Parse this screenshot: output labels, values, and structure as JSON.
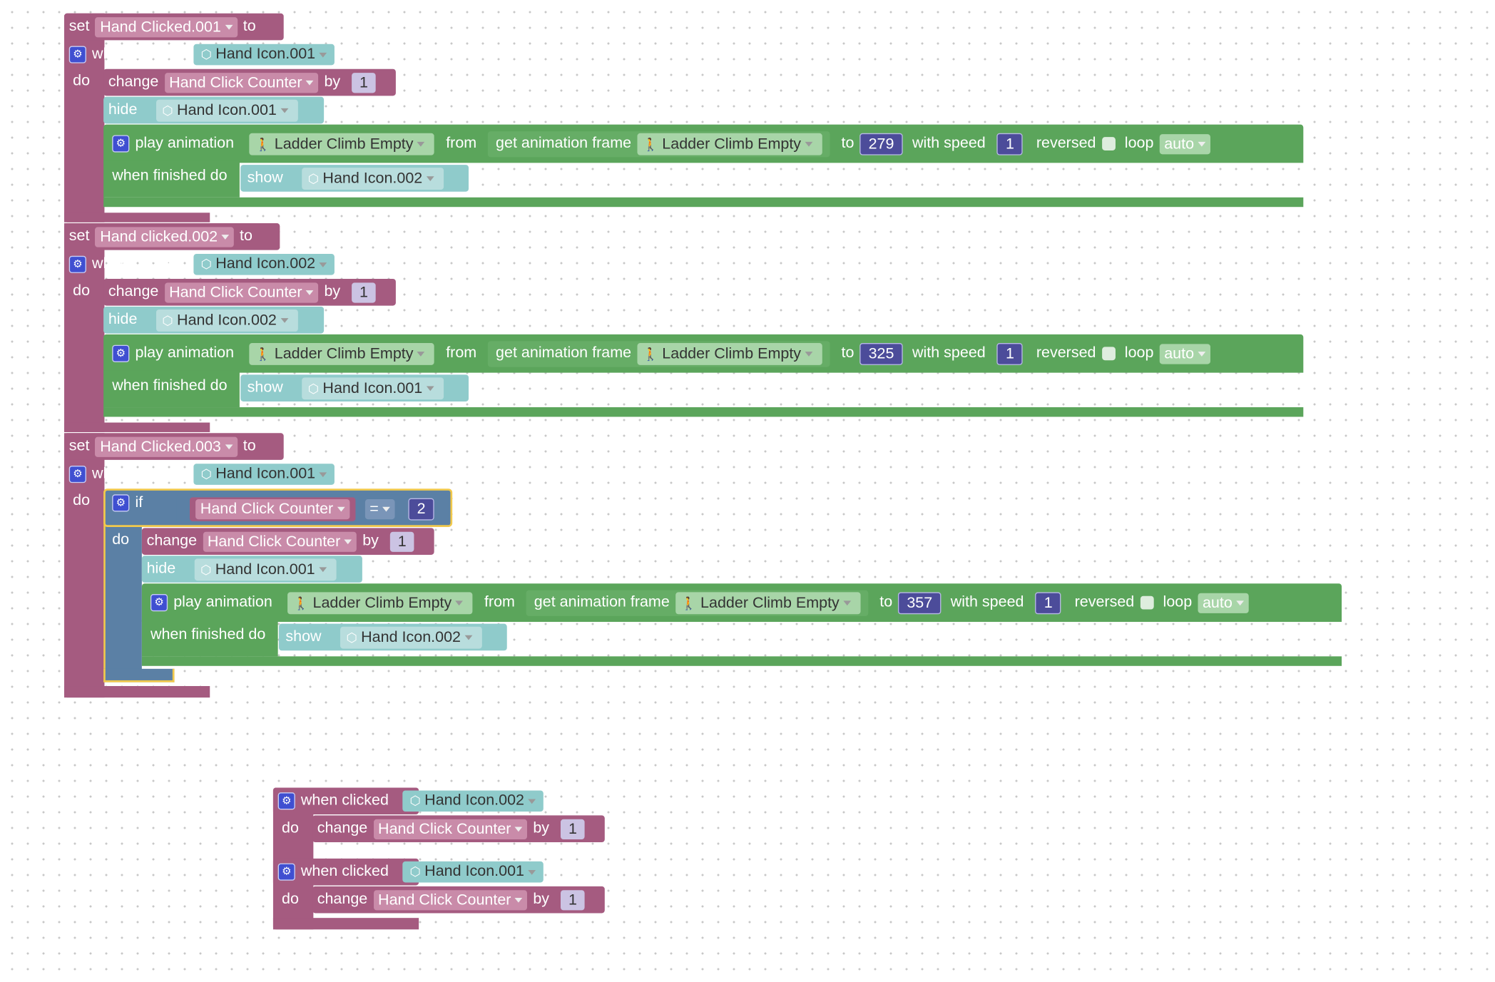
{
  "common": {
    "set": "set",
    "to": "to",
    "when_clicked": "when clicked",
    "do": "do",
    "change": "change",
    "by": "by",
    "hide": "hide",
    "show": "show",
    "play_animation": "play animation",
    "from": "from",
    "get_animation_frame": "get animation frame",
    "with_speed": "with speed",
    "reversed": "reversed",
    "loop": "loop",
    "when_finished_do": "when finished do",
    "if": "if"
  },
  "blocks": [
    {
      "var": "Hand Clicked.001",
      "click_target": "Hand Icon.001",
      "counter": "Hand Click Counter",
      "by": "1",
      "hide": "Hand Icon.001",
      "anim": "Ladder Climb Empty",
      "anim2": "Ladder Climb Empty",
      "to_frame": "279",
      "speed": "1",
      "loop": "auto",
      "show": "Hand Icon.002"
    },
    {
      "var": "Hand clicked.002",
      "click_target": "Hand Icon.002",
      "counter": "Hand Click Counter",
      "by": "1",
      "hide": "Hand Icon.002",
      "anim": "Ladder Climb Empty",
      "anim2": "Ladder Climb Empty",
      "to_frame": "325",
      "speed": "1",
      "loop": "auto",
      "show": "Hand Icon.001"
    },
    {
      "var": "Hand Clicked.003",
      "click_target": "Hand Icon.001",
      "if_var": "Hand Click Counter",
      "if_op": "=",
      "if_val": "2",
      "counter": "Hand Click Counter",
      "by": "1",
      "hide": "Hand Icon.001",
      "anim": "Ladder Climb Empty",
      "anim2": "Ladder Climb Empty",
      "to_frame": "357",
      "speed": "1",
      "loop": "auto",
      "show": "Hand Icon.002"
    }
  ],
  "lower": [
    {
      "click_target": "Hand Icon.002",
      "counter": "Hand Click Counter",
      "by": "1"
    },
    {
      "click_target": "Hand Icon.001",
      "counter": "Hand Click Counter",
      "by": "1"
    }
  ],
  "icons": {
    "gear": "gear-icon",
    "object": "cube-icon",
    "animation": "walking-figure-icon"
  },
  "colors": {
    "variable": "#A55B80",
    "object": "#8FCBCB",
    "animation": "#5BA55B",
    "logic": "#5B80A5",
    "gear": "#3F4FD1"
  }
}
